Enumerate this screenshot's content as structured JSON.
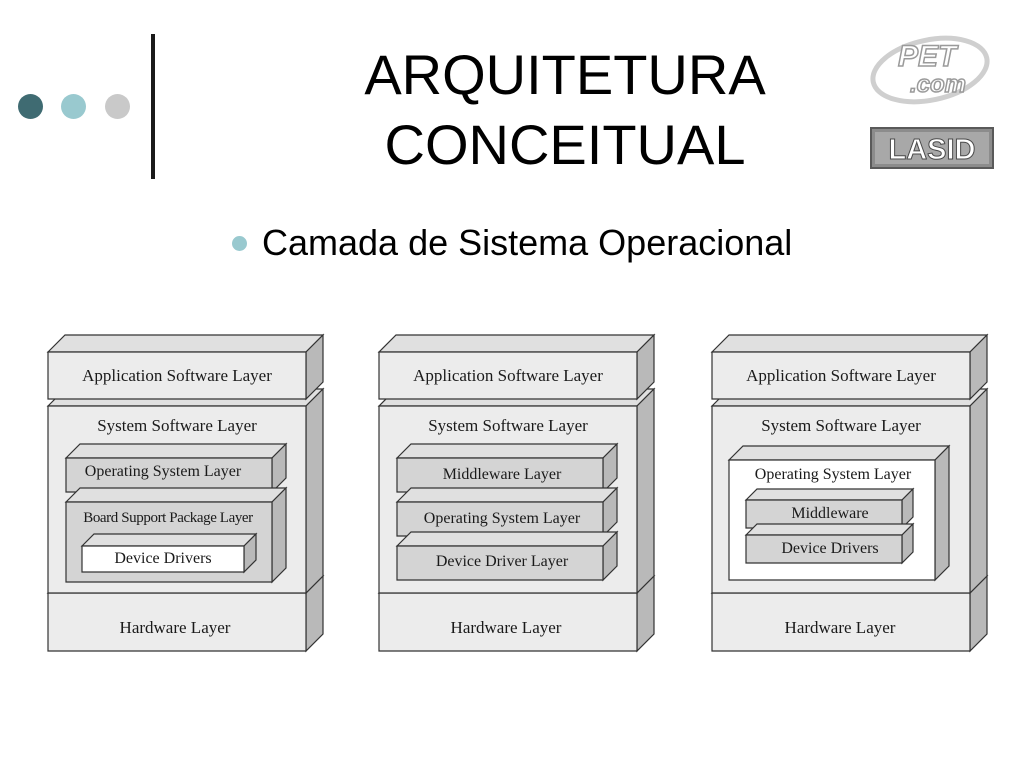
{
  "slide": {
    "title_line1": "ARQUITETURA",
    "title_line2": "CONCEITUAL",
    "bullet": "Camada de Sistema Operacional"
  },
  "logos": {
    "pet_line1": "PET",
    "pet_line2": ".com",
    "lasid": "LASID"
  },
  "colors": {
    "dot_dark": "#3f6b72",
    "dot_mid": "#99c9cf",
    "dot_light": "#c9c9c9",
    "box_face": "#ececec",
    "box_top": "#e0e0e0",
    "box_side": "#b9b9b9",
    "inner_face": "#d4d4d4",
    "white_face": "#ffffff"
  },
  "diagrams": [
    {
      "application": "Application Software Layer",
      "system": "System Software Layer",
      "hardware": "Hardware Layer",
      "os": "Operating System Layer",
      "bsp": "Board Support Package Layer",
      "drivers": "Device Drivers"
    },
    {
      "application": "Application Software Layer",
      "system": "System Software Layer",
      "hardware": "Hardware Layer",
      "middleware": "Middleware Layer",
      "os": "Operating System Layer",
      "drivers": "Device Driver Layer"
    },
    {
      "application": "Application Software Layer",
      "system": "System Software Layer",
      "hardware": "Hardware Layer",
      "os": "Operating System Layer",
      "middleware": "Middleware",
      "drivers": "Device Drivers"
    }
  ]
}
